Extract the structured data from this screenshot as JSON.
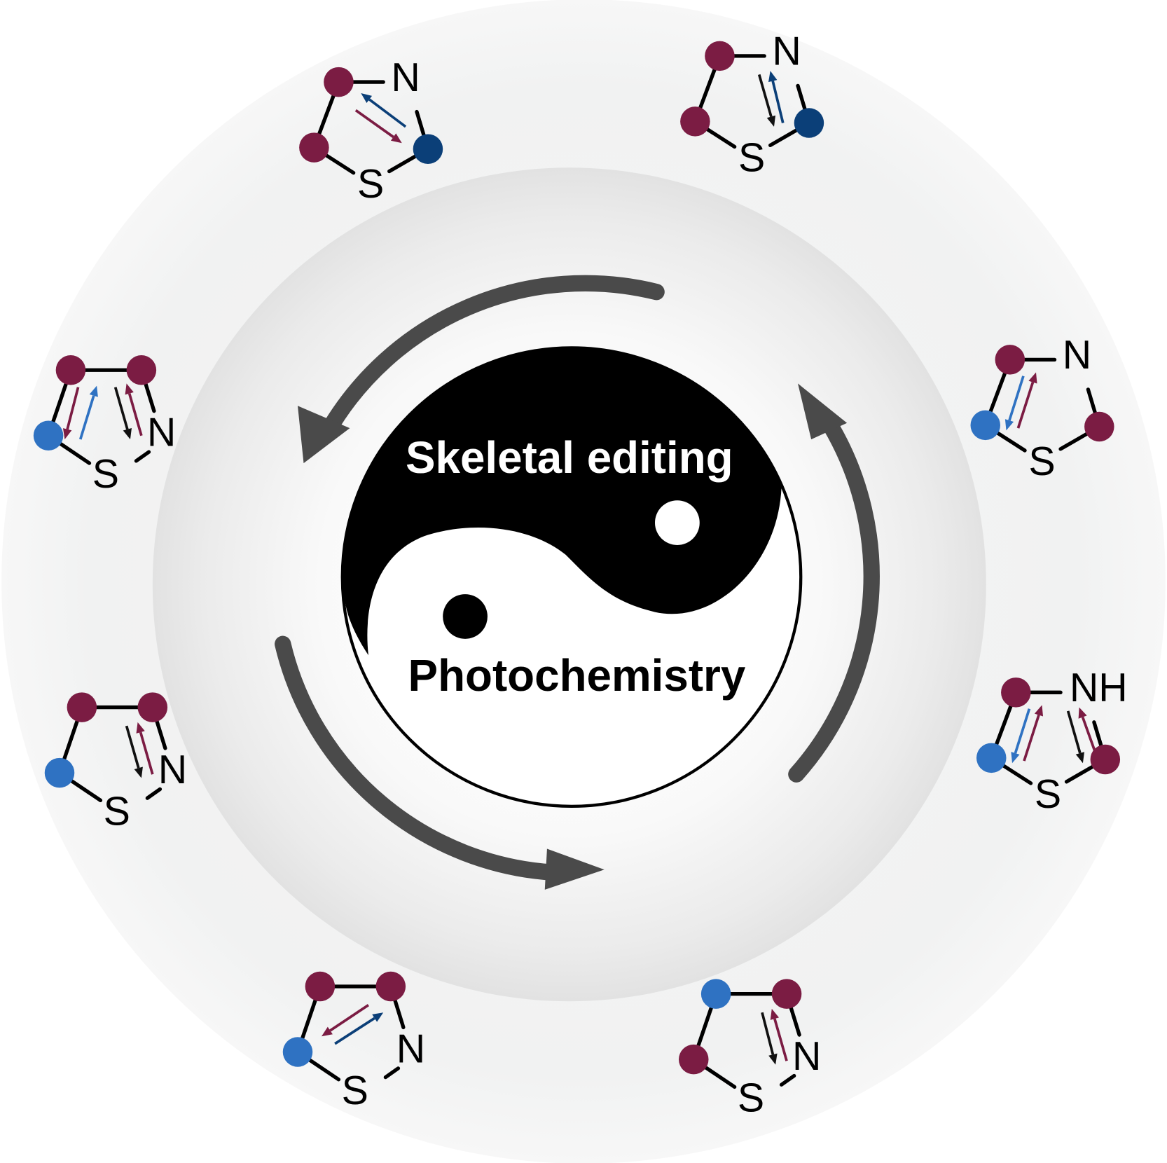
{
  "center": {
    "top_label": "Skeletal editing",
    "bottom_label": "Photochemistry"
  },
  "colors": {
    "maroon": "#7b1c43",
    "navy": "#0b3f78",
    "blue": "#2f72c2",
    "black": "#111111",
    "cycle_arrow": "#4a4a4a"
  },
  "molecules": [
    {
      "type": "A",
      "n_label": "N",
      "s_label": "S",
      "dots": [
        "maroon",
        "maroon",
        "navy"
      ],
      "arrows": [
        "navy",
        "maroon"
      ]
    },
    {
      "type": "A",
      "n_label": "N",
      "s_label": "S",
      "dots": [
        "maroon",
        "maroon",
        "navy"
      ],
      "arrows": [
        "black",
        "navy"
      ]
    },
    {
      "type": "A",
      "n_label": "N",
      "s_label": "S",
      "dots": [
        "maroon",
        "blue",
        "maroon"
      ],
      "arrows": [
        "blue",
        "maroon"
      ]
    },
    {
      "type": "A",
      "n_label": "NH",
      "s_label": "S",
      "dots": [
        "maroon",
        "blue",
        "maroon"
      ],
      "arrows": [
        "blue",
        "maroon",
        "black",
        "maroon"
      ]
    },
    {
      "type": "B",
      "n_label": "N",
      "s_label": "S",
      "dots": [
        "maroon",
        "maroon",
        "blue"
      ],
      "arrows": [
        "maroon",
        "blue",
        "black",
        "maroon"
      ]
    },
    {
      "type": "B",
      "n_label": "N",
      "s_label": "S",
      "dots": [
        "maroon",
        "maroon",
        "blue"
      ],
      "arrows": [
        "black",
        "maroon"
      ]
    },
    {
      "type": "B",
      "n_label": "N",
      "s_label": "S",
      "dots": [
        "maroon",
        "maroon",
        "blue"
      ],
      "arrows": [
        "maroon",
        "navy"
      ]
    },
    {
      "type": "B",
      "n_label": "N",
      "s_label": "S",
      "dots": [
        "blue",
        "maroon",
        "maroon"
      ],
      "arrows": [
        "black",
        "maroon"
      ]
    }
  ]
}
